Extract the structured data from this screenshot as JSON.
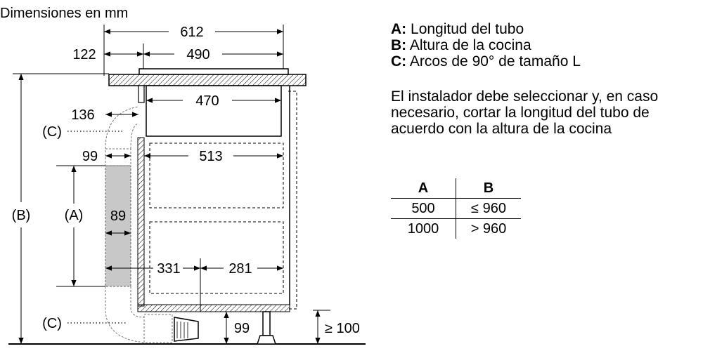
{
  "header": {
    "title": "Dimensiones en mm"
  },
  "dims": {
    "d612": "612",
    "d122": "122",
    "d490": "490",
    "d470": "470",
    "d136": "136",
    "d99": "99",
    "d513": "513",
    "d89": "89",
    "d331": "331",
    "d281": "281",
    "d99b": "99",
    "d100": "≥ 100"
  },
  "callouts": {
    "A": "(A)",
    "B": "(B)",
    "C1": "(C)",
    "C2": "(C)"
  },
  "legend": [
    {
      "key": "A:",
      "text": "Longitud del tubo"
    },
    {
      "key": "B:",
      "text": "Altura de la cocina"
    },
    {
      "key": "C:",
      "text": "Arcos de 90° de tamaño L"
    }
  ],
  "note": "El instalador debe seleccionar y, en caso necesario, cortar la longitud del tubo de acuerdo con la altura de la cocina",
  "table": {
    "headers": [
      "A",
      "B"
    ],
    "rows": [
      [
        "500",
        "≤ 960"
      ],
      [
        "1000",
        "> 960"
      ]
    ]
  }
}
